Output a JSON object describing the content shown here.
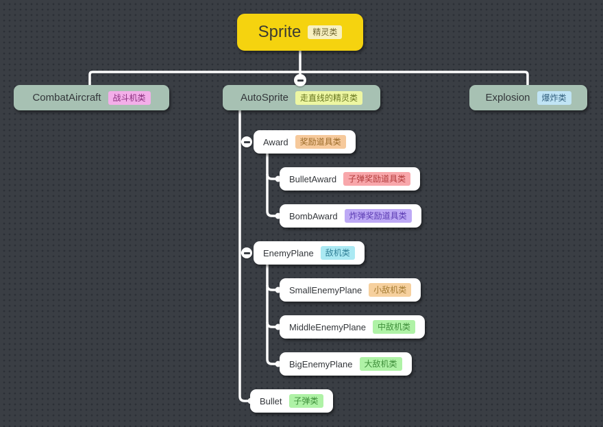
{
  "canvas": {
    "background_color": "#3a3e44",
    "dot_color": "#2c3037",
    "connector_color": "#ffffff"
  },
  "nodes": {
    "sprite": {
      "label": "Sprite",
      "tag": "精灵类",
      "bg": "#f5d30f",
      "tag_bg": "#f8f1c1"
    },
    "combat_aircraft": {
      "label": "CombatAircraft",
      "tag": "战斗机类",
      "bg": "#a7c1b3",
      "tag_bg": "#f3aee9"
    },
    "auto_sprite": {
      "label": "AutoSprite",
      "tag": "走直线的精灵类",
      "bg": "#a7c1b3",
      "tag_bg": "#edf6a2"
    },
    "explosion": {
      "label": "Explosion",
      "tag": "爆炸类",
      "bg": "#a7c1b3",
      "tag_bg": "#c0e4f5"
    },
    "award": {
      "label": "Award",
      "tag": "奖励道具类",
      "bg": "#ffffff",
      "tag_bg": "#f6c99b"
    },
    "bullet_award": {
      "label": "BulletAward",
      "tag": "子弹奖励道具类",
      "bg": "#ffffff",
      "tag_bg": "#f8a7ab"
    },
    "bomb_award": {
      "label": "BombAward",
      "tag": "炸弹奖励道具类",
      "bg": "#ffffff",
      "tag_bg": "#bda9f5"
    },
    "enemy_plane": {
      "label": "EnemyPlane",
      "tag": "敌机类",
      "bg": "#ffffff",
      "tag_bg": "#abe9f3"
    },
    "small_enemy_plane": {
      "label": "SmallEnemyPlane",
      "tag": "小敌机类",
      "bg": "#ffffff",
      "tag_bg": "#f6d09e"
    },
    "middle_enemy_plane": {
      "label": "MiddleEnemyPlane",
      "tag": "中敌机类",
      "bg": "#ffffff",
      "tag_bg": "#aff2a6"
    },
    "big_enemy_plane": {
      "label": "BigEnemyPlane",
      "tag": "大敌机类",
      "bg": "#ffffff",
      "tag_bg": "#aff2a6"
    },
    "bullet": {
      "label": "Bullet",
      "tag": "子弹类",
      "bg": "#ffffff",
      "tag_bg": "#aff2a6"
    }
  },
  "tree": {
    "root": "sprite",
    "children": {
      "sprite": [
        "combat_aircraft",
        "auto_sprite",
        "explosion"
      ],
      "auto_sprite": [
        "award",
        "enemy_plane",
        "bullet"
      ],
      "award": [
        "bullet_award",
        "bomb_award"
      ],
      "enemy_plane": [
        "small_enemy_plane",
        "middle_enemy_plane",
        "big_enemy_plane"
      ]
    }
  },
  "collapse_buttons": {
    "state": "expanded",
    "symbol": "−"
  }
}
